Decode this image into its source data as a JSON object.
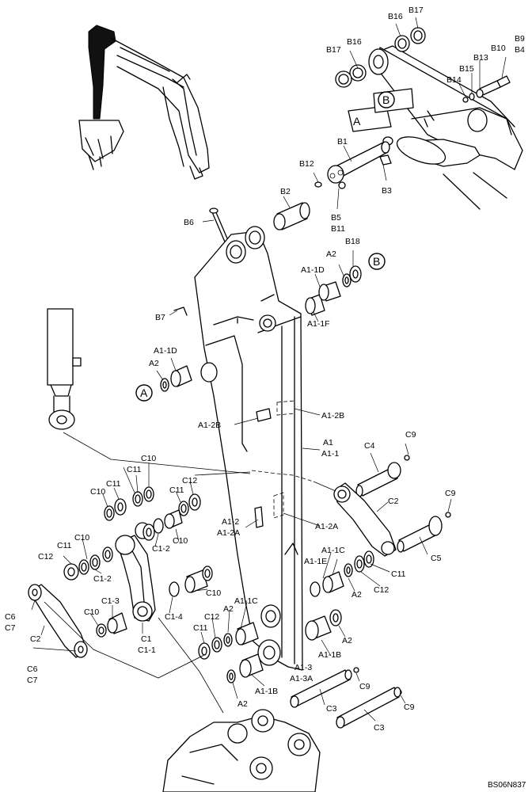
{
  "drawing_ref": "BS06N837",
  "callouts": {
    "A_top": "A",
    "B_top": "B",
    "A_left": "A",
    "B_right": "B"
  },
  "labels": {
    "B16a": "B16",
    "B17a": "B17",
    "B9": "B9",
    "B4": "B4",
    "B17b": "B17",
    "B16b": "B16",
    "B13": "B13",
    "B10": "B10",
    "B15": "B15",
    "B14": "B14",
    "B1": "B1",
    "B12": "B12",
    "B3": "B3",
    "B5": "B5",
    "B11": "B11",
    "B2": "B2",
    "B6": "B6",
    "B18": "B18",
    "A2a": "A2",
    "A1_1Da": "A1-1D",
    "A1_1F": "A1-1F",
    "B7": "B7",
    "A1_1Db": "A1-1D",
    "A2b": "A2",
    "A1_2Ba": "A1-2B",
    "A1_2Bb": "A1-2B",
    "A1": "A1",
    "A1_1": "A1-1",
    "C9a": "C9",
    "C4": "C4",
    "C10a": "C10",
    "C11a": "C11",
    "C10b": "C10",
    "C11b": "C11",
    "C12a": "C12",
    "C11c": "C11",
    "C9b": "C9",
    "C2a": "C2",
    "A1_2": "A1-2",
    "A1_2A": "A1-2A",
    "A1_2Ab": "A1-2A",
    "C5": "C5",
    "C1_2a": "C1-2",
    "C10c": "C10",
    "C10d": "C10",
    "C11d": "C11",
    "C12b": "C12",
    "C1_2b": "C1-2",
    "A1_1C": "A1-1C",
    "A1_1E": "A1-1E",
    "C11e": "C11",
    "C12c": "C12",
    "A2c": "A2",
    "C1_3": "C1-3",
    "C10e": "C10",
    "C6a": "C6",
    "C7a": "C7",
    "C10f": "C10",
    "C1_4": "C1-4",
    "C12d": "C12",
    "A2d": "A2",
    "A1_1Cb": "A1-1C",
    "C1": "C1",
    "C1_1": "C1-1",
    "C2b": "C2",
    "A2e": "A2",
    "A1_1B": "A1-1B",
    "C11f": "C11",
    "A1_3": "A1-3",
    "A1_3A": "A1-3A",
    "C9c": "C9",
    "C6b": "C6",
    "C7b": "C7",
    "A2f": "A2",
    "A1_1Bb": "A1-1B",
    "C3a": "C3",
    "C9d": "C9",
    "C3b": "C3"
  }
}
